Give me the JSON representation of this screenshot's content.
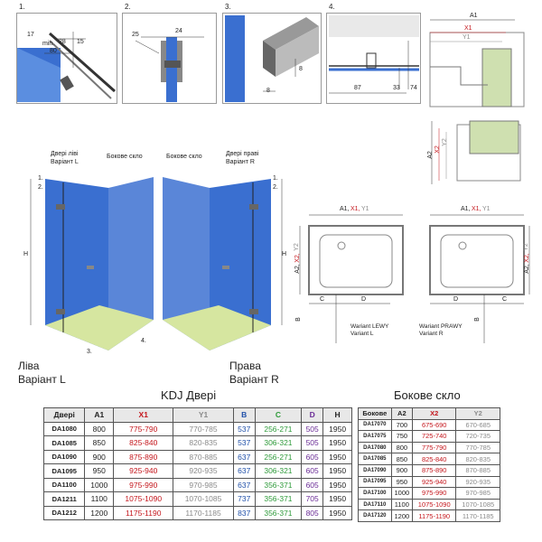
{
  "panels": [
    {
      "num": "1."
    },
    {
      "num": "2."
    },
    {
      "num": "3."
    },
    {
      "num": "4."
    }
  ],
  "panel1": {
    "d17": "17",
    "d_min": "min.",
    "d28": "28",
    "d15": "15",
    "d80": "80"
  },
  "panel2": {
    "d25": "25",
    "d24": "24"
  },
  "panel3": {
    "d8a": "8",
    "d8b": "8"
  },
  "panel4": {
    "d87": "87",
    "d33": "33",
    "d74": "74",
    "a1": "A1",
    "x1": "X1",
    "y1": "Y1"
  },
  "panel5": {
    "a2": "A2",
    "x2": "X2",
    "y2": "Y2"
  },
  "views": {
    "left": {
      "door_label": "Двері ліві\nВаріант L",
      "side_label": "Бокове скло",
      "h": "H",
      "caption": "Ліва\nВаріант L",
      "m1": "1.",
      "m2": "2.",
      "m3": "3.",
      "m4": "4."
    },
    "right": {
      "side_label": "Бокове скло",
      "door_label": "Двері праві\nВаріант R",
      "h": "H",
      "caption": "Права\nВаріант R",
      "m1": "1.",
      "m2": "2."
    }
  },
  "plans": {
    "left": {
      "a1": "A1,",
      "x1": "X1,",
      "y1": "Y1",
      "a2": "A2,",
      "x2": "X2,",
      "y2": "Y2",
      "c": "C",
      "d": "D",
      "b": "B",
      "variant": "Wariant LEWY\nVariant L"
    },
    "right": {
      "a1": "A1,",
      "x1": "X1,",
      "y1": "Y1",
      "a2": "A2,",
      "x2": "X2,",
      "y2": "Y2",
      "c": "C",
      "d": "D",
      "b": "B",
      "variant": "Wariant PRAWY\nVariant R"
    }
  },
  "doors_table": {
    "title": "KDJ Двері",
    "headers": [
      "Двері",
      "A1",
      "X1",
      "Y1",
      "B",
      "C",
      "D",
      "H"
    ],
    "rows": [
      [
        "DA1080",
        "800",
        "775-790",
        "770-785",
        "537",
        "256-271",
        "505",
        "1950"
      ],
      [
        "DA1085",
        "850",
        "825-840",
        "820-835",
        "537",
        "306-321",
        "505",
        "1950"
      ],
      [
        "DA1090",
        "900",
        "875-890",
        "870-885",
        "637",
        "256-271",
        "605",
        "1950"
      ],
      [
        "DA1095",
        "950",
        "925-940",
        "920-935",
        "637",
        "306-321",
        "605",
        "1950"
      ],
      [
        "DA1100",
        "1000",
        "975-990",
        "970-985",
        "637",
        "356-371",
        "605",
        "1950"
      ],
      [
        "DA1211",
        "1100",
        "1075-1090",
        "1070-1085",
        "737",
        "356-371",
        "705",
        "1950"
      ],
      [
        "DA1212",
        "1200",
        "1175-1190",
        "1170-1185",
        "837",
        "356-371",
        "805",
        "1950"
      ]
    ]
  },
  "side_table": {
    "title": "Бокове скло",
    "headers": [
      "Бокове",
      "A2",
      "X2",
      "Y2"
    ],
    "rows": [
      [
        "DA17070",
        "700",
        "675-690",
        "670-685"
      ],
      [
        "DA17075",
        "750",
        "725-740",
        "720-735"
      ],
      [
        "DA17080",
        "800",
        "775-790",
        "770-785"
      ],
      [
        "DA17085",
        "850",
        "825-840",
        "820-835"
      ],
      [
        "DA17090",
        "900",
        "875-890",
        "870-885"
      ],
      [
        "DA17095",
        "950",
        "925-940",
        "920-935"
      ],
      [
        "DA17100",
        "1000",
        "975-990",
        "970-985"
      ],
      [
        "DA17110",
        "1100",
        "1075-1090",
        "1070-1085"
      ],
      [
        "DA17120",
        "1200",
        "1175-1190",
        "1170-1185"
      ]
    ]
  },
  "colors": {
    "glass": "#3a6fd0",
    "floor": "#d6e6a0",
    "wall": "#cfe0b0",
    "red": "#c4161c",
    "grey": "#8a8a8a"
  }
}
